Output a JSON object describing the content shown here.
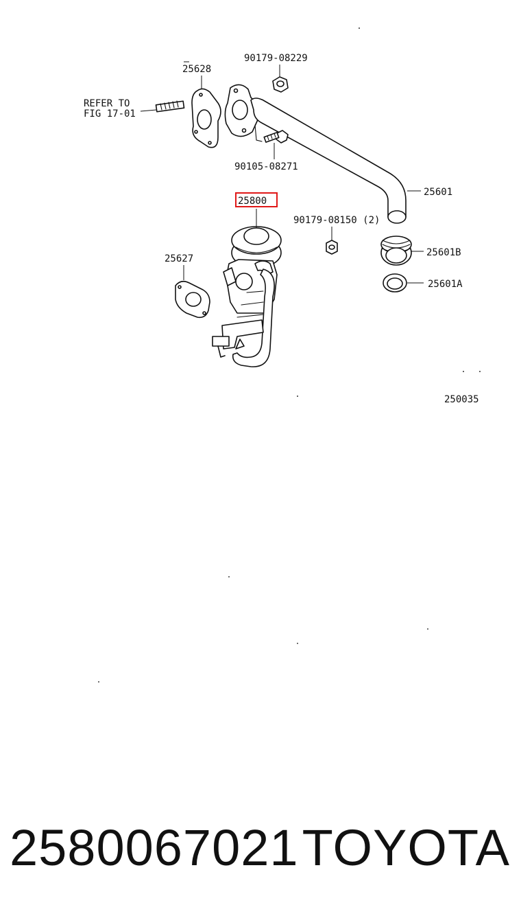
{
  "diagram": {
    "labels": {
      "p25628": "25628",
      "p90179_08229": "90179-08229",
      "refer_line1": "REFER TO",
      "refer_line2": "FIG 17-01",
      "p90105_08271": "90105-08271",
      "p25601": "25601",
      "p25800": "25800",
      "p90179_08150": "90179-08150 (2)",
      "p25627": "25627",
      "p25601B": "25601B",
      "p25601A": "25601A",
      "fig_code": "250035"
    },
    "highlight_color": "#e01818",
    "highlighted_part": "25800"
  },
  "footer": {
    "part_number": "2580067021",
    "brand": "TOYOTA"
  }
}
